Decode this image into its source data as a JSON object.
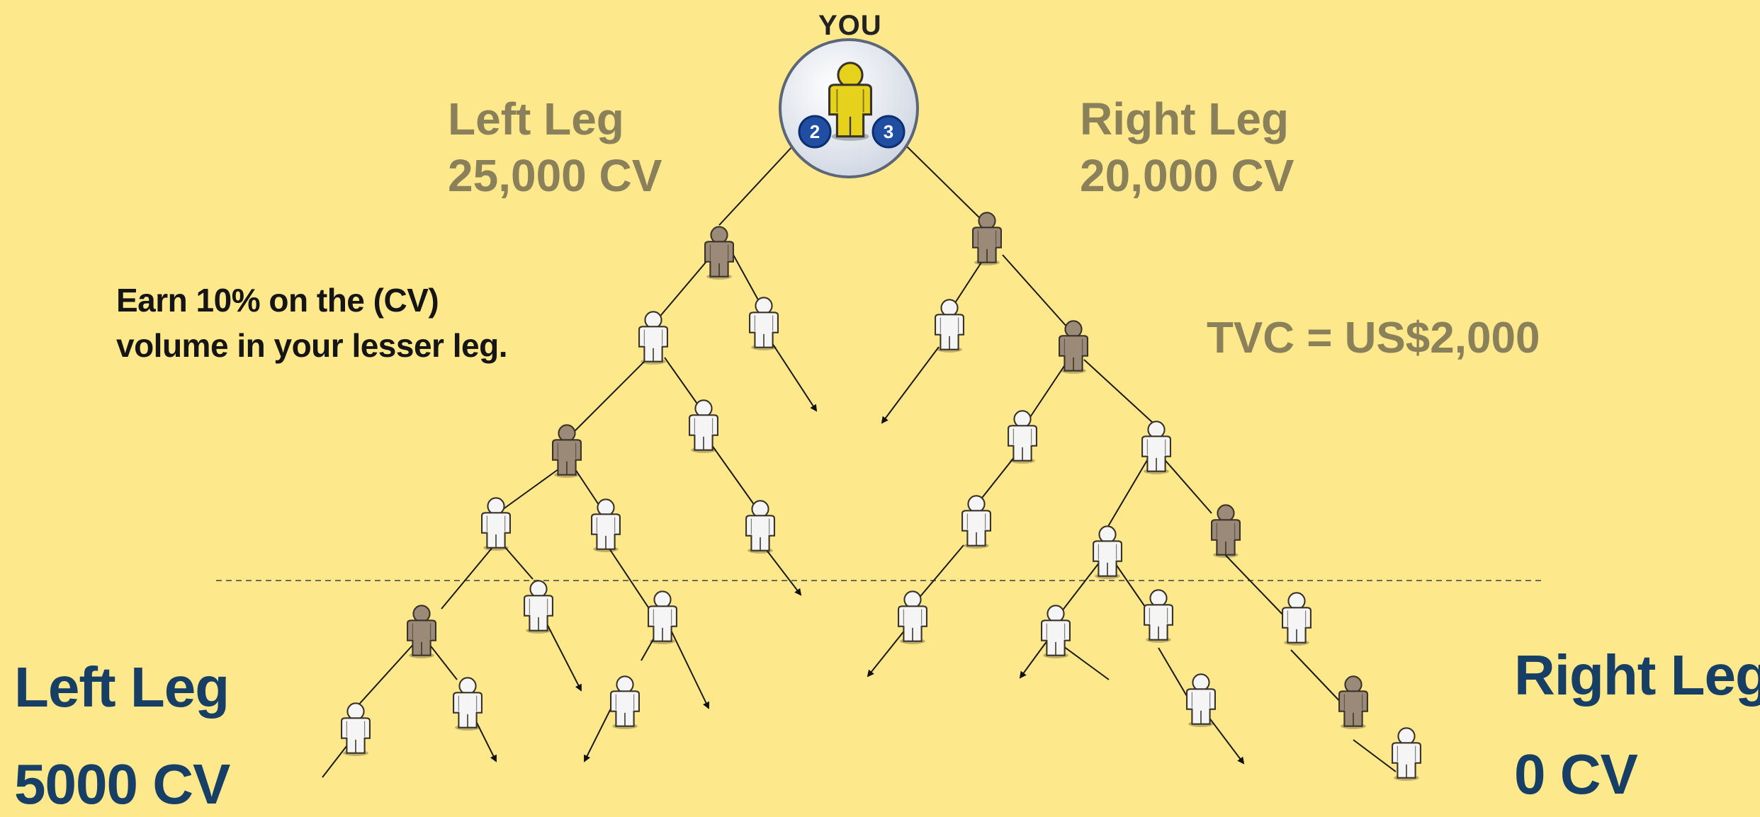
{
  "you_label": "YOU",
  "sponsor_badges": [
    "2",
    "3"
  ],
  "top_left_leg": {
    "title": "Left Leg",
    "value": "25,000 CV"
  },
  "top_right_leg": {
    "title": "Right Leg",
    "value": "20,000 CV"
  },
  "earn_note": {
    "line1": "Earn 10% on the (CV)",
    "line2": "volume in your lesser leg."
  },
  "tvc": "TVC = US$2,000",
  "bottom_left_leg": {
    "title": "Left Leg",
    "value": "5000 CV"
  },
  "bottom_right_leg": {
    "title": "Right Leg",
    "value": "0 CV"
  },
  "colors": {
    "background": "#fee88c",
    "tan_figure": "#9c8a78",
    "white_figure": "#f5f5f5",
    "you_figure": "#e6d21c",
    "bottom_leg_text": "#173f66",
    "top_leg_text": "#8a8059"
  }
}
